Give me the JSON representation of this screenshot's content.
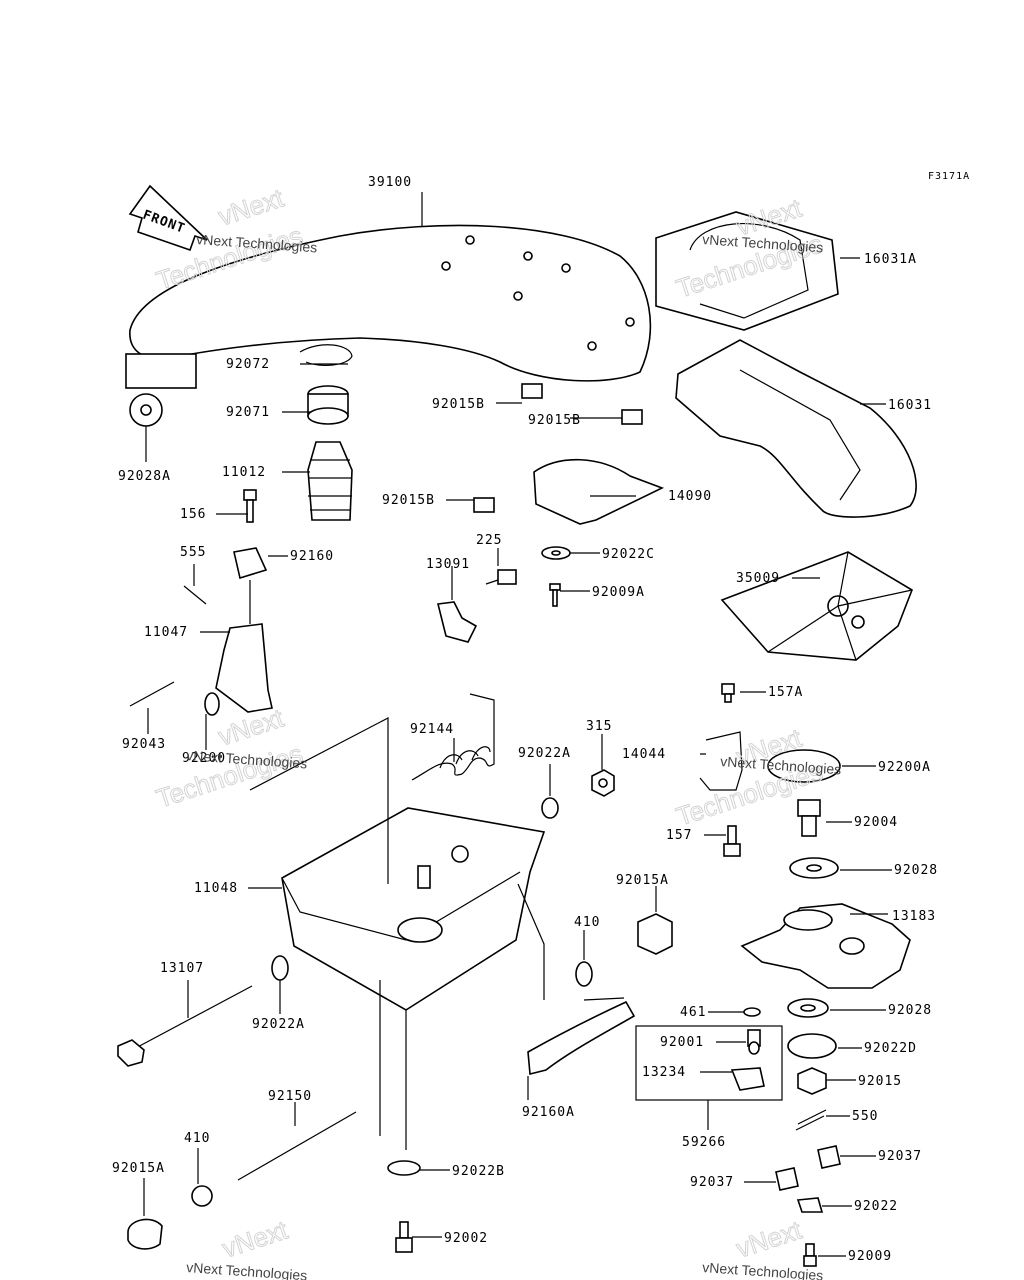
{
  "diagram": {
    "code": "F3171A",
    "front_arrow_label": "FRONT",
    "watermark_lines": [
      "vNext",
      "Technologies",
      "vNext Technologies"
    ],
    "parts": [
      {
        "id": "p39100",
        "label": "39100"
      },
      {
        "id": "p16031A",
        "label": "16031A"
      },
      {
        "id": "p16031",
        "label": "16031"
      },
      {
        "id": "p92072",
        "label": "92072"
      },
      {
        "id": "p92071",
        "label": "92071"
      },
      {
        "id": "p92028A",
        "label": "92028A"
      },
      {
        "id": "p11012",
        "label": "11012"
      },
      {
        "id": "p156",
        "label": "156"
      },
      {
        "id": "p92015B_1",
        "label": "92015B"
      },
      {
        "id": "p92015B_2",
        "label": "92015B"
      },
      {
        "id": "p92015B_3",
        "label": "92015B"
      },
      {
        "id": "p14090",
        "label": "14090"
      },
      {
        "id": "p555",
        "label": "555"
      },
      {
        "id": "p92160",
        "label": "92160"
      },
      {
        "id": "p225",
        "label": "225"
      },
      {
        "id": "p13091",
        "label": "13091"
      },
      {
        "id": "p92022C",
        "label": "92022C"
      },
      {
        "id": "p92009A",
        "label": "92009A"
      },
      {
        "id": "p35009",
        "label": "35009"
      },
      {
        "id": "p11047",
        "label": "11047"
      },
      {
        "id": "p157A",
        "label": "157A"
      },
      {
        "id": "p92043",
        "label": "92043"
      },
      {
        "id": "p92200",
        "label": "92200"
      },
      {
        "id": "p92144",
        "label": "92144"
      },
      {
        "id": "p315",
        "label": "315"
      },
      {
        "id": "p92022A_1",
        "label": "92022A"
      },
      {
        "id": "p14044",
        "label": "14044"
      },
      {
        "id": "p92200A",
        "label": "92200A"
      },
      {
        "id": "p92004",
        "label": "92004"
      },
      {
        "id": "p157",
        "label": "157"
      },
      {
        "id": "p92028_1",
        "label": "92028"
      },
      {
        "id": "p11048",
        "label": "11048"
      },
      {
        "id": "p92015A_1",
        "label": "92015A"
      },
      {
        "id": "p13183",
        "label": "13183"
      },
      {
        "id": "p410_1",
        "label": "410"
      },
      {
        "id": "p13107",
        "label": "13107"
      },
      {
        "id": "p92022A_2",
        "label": "92022A"
      },
      {
        "id": "p461",
        "label": "461"
      },
      {
        "id": "p92028_2",
        "label": "92028"
      },
      {
        "id": "p92001",
        "label": "92001"
      },
      {
        "id": "p92022D",
        "label": "92022D"
      },
      {
        "id": "p13234",
        "label": "13234"
      },
      {
        "id": "p92015",
        "label": "92015"
      },
      {
        "id": "p92150",
        "label": "92150"
      },
      {
        "id": "p92160A",
        "label": "92160A"
      },
      {
        "id": "p550",
        "label": "550"
      },
      {
        "id": "p59266",
        "label": "59266"
      },
      {
        "id": "p410_2",
        "label": "410"
      },
      {
        "id": "p92037_1",
        "label": "92037"
      },
      {
        "id": "p92015A_2",
        "label": "92015A"
      },
      {
        "id": "p92022B",
        "label": "92022B"
      },
      {
        "id": "p92037_2",
        "label": "92037"
      },
      {
        "id": "p92022",
        "label": "92022"
      },
      {
        "id": "p92002",
        "label": "92002"
      },
      {
        "id": "p92009",
        "label": "92009"
      }
    ]
  }
}
